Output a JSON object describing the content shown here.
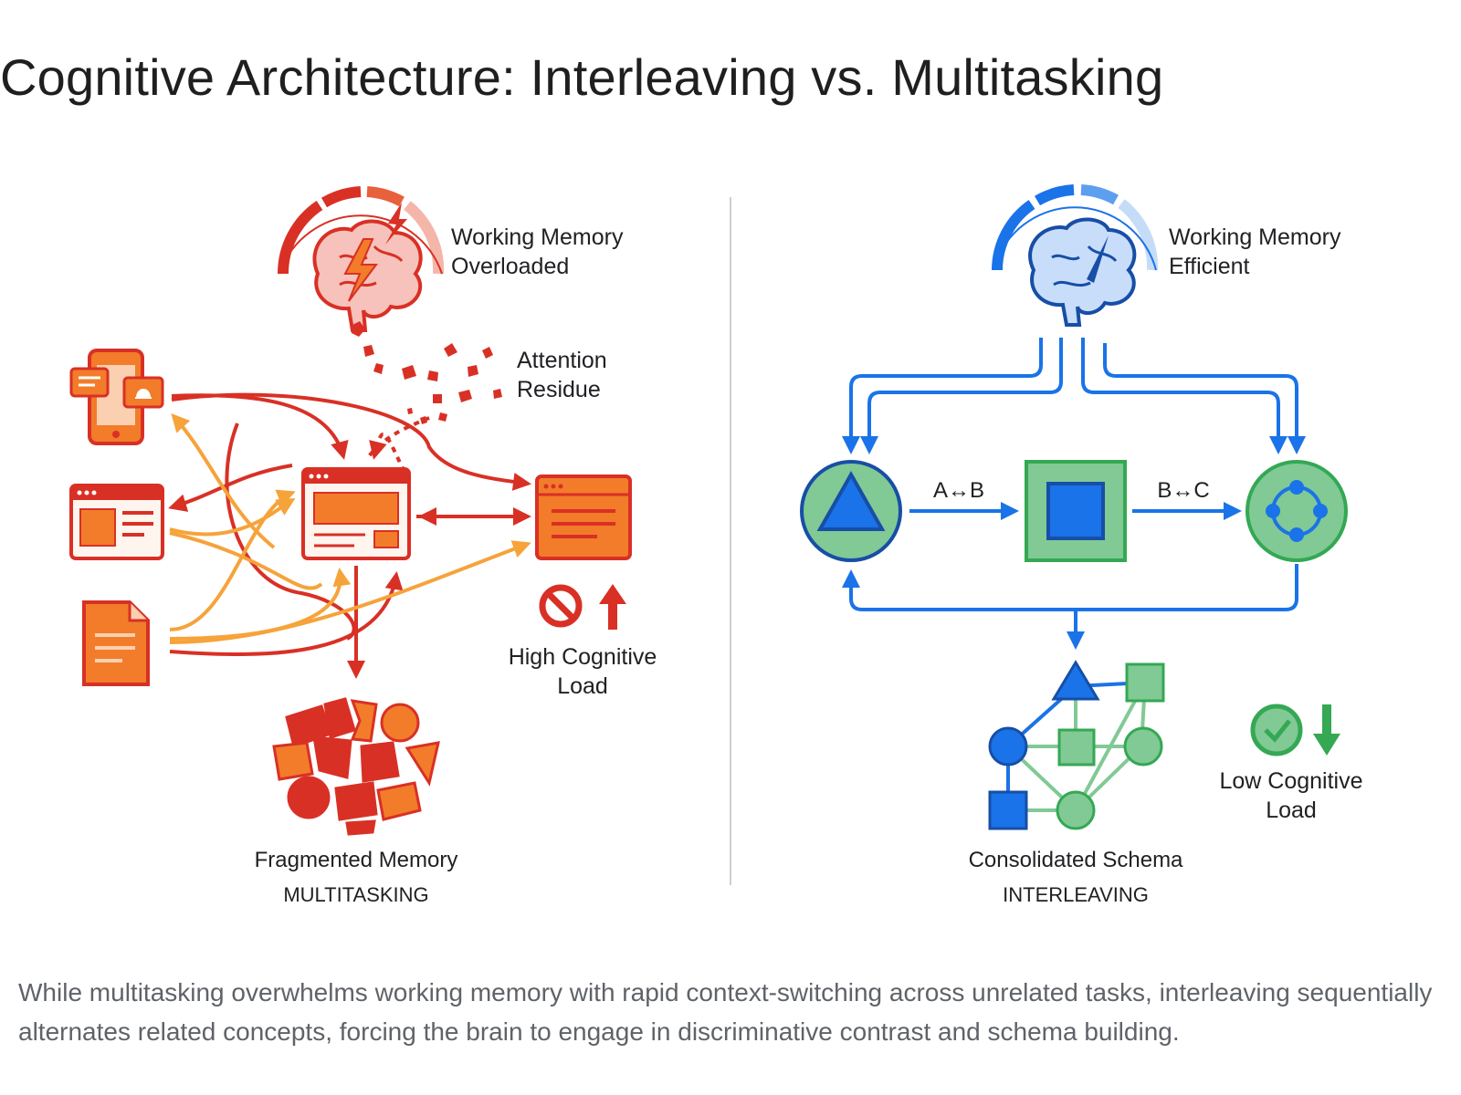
{
  "title": "Cognitive Architecture: Interleaving vs. Multitasking",
  "caption": "While multitasking overwhelms working memory with rapid context-switching across unrelated tasks, interleaving sequentially alternates related concepts, forcing the brain to engage in discriminative contrast and schema building.",
  "left_panel": {
    "gauge_label_line1": "Working Memory",
    "gauge_label_line2": "Overloaded",
    "residue_line1": "Attention",
    "residue_line2": "Residue",
    "load_line1": "High Cognitive",
    "load_line2": "Load",
    "memory_label": "Fragmented Memory",
    "mode_label": "MULTITASKING"
  },
  "right_panel": {
    "gauge_label_line1": "Working Memory",
    "gauge_label_line2": "Efficient",
    "transition_ab": "A↔B",
    "transition_bc": "B↔C",
    "load_line1": "Low Cognitive",
    "load_line2": "Load",
    "memory_label": "Consolidated Schema",
    "mode_label": "INTERLEAVING"
  },
  "colors": {
    "red": "#d93025",
    "orange": "#f27c2a",
    "light_orange": "#f6a33a",
    "blue": "#1a73e8",
    "dark_blue": "#174ea6",
    "green": "#81c995",
    "dark_green": "#34a853"
  },
  "icons": [
    "brain-icon",
    "lightning-icon",
    "gauge-icon",
    "phone-icon",
    "browser-window-icon",
    "document-icon",
    "no-entry-icon",
    "arrow-up-icon",
    "triangle-icon",
    "square-icon",
    "circle-nodes-icon",
    "check-icon",
    "arrow-down-icon"
  ]
}
